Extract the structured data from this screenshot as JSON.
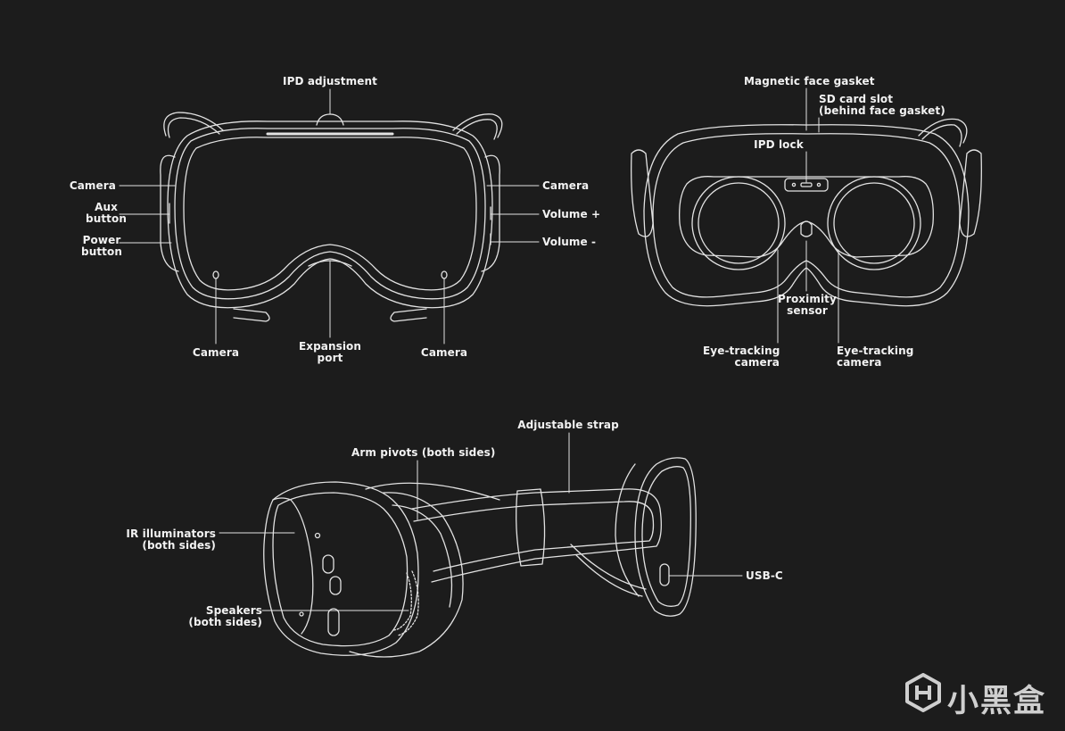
{
  "front_view": {
    "ipd_adjustment": "IPD adjustment",
    "camera_top_left": "Camera",
    "aux_button": "Aux\nbutton",
    "power_button": "Power\nbutton",
    "camera_top_right": "Camera",
    "volume_up": "Volume +",
    "volume_down": "Volume -",
    "camera_bottom_left": "Camera",
    "expansion_port": "Expansion\nport",
    "camera_bottom_right": "Camera"
  },
  "rear_view": {
    "magnetic_face_gasket": "Magnetic face gasket",
    "sd_card_slot": "SD card slot\n(behind face gasket)",
    "ipd_lock": "IPD lock",
    "proximity_sensor": "Proximity\nsensor",
    "eye_tracking_left": "Eye-tracking\ncamera",
    "eye_tracking_right": "Eye-tracking\ncamera"
  },
  "side_view": {
    "adjustable_strap": "Adjustable strap",
    "arm_pivots": "Arm pivots (both sides)",
    "ir_illuminators": "IR illuminators\n(both sides)",
    "speakers": "Speakers\n(both sides)",
    "usb_c": "USB-C"
  },
  "watermark": {
    "text": "小黑盒",
    "icon": "heybox-logo-icon"
  },
  "colors": {
    "background": "#1c1c1c",
    "line": "#e6e6e6",
    "text": "#f2f2f2"
  }
}
